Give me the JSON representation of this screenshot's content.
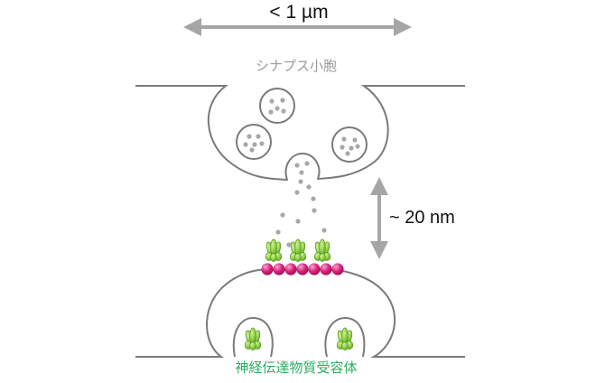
{
  "labels": {
    "cleft_width": "< 1 µm",
    "synaptic_vesicle": "シナプス小胞",
    "cleft_gap": "~ 20 nm",
    "neurotransmitter_receptor": "神経伝達物質受容体"
  },
  "colors": {
    "membrane": "#7a7a7a",
    "arrow": "#a6a6a6",
    "particle": "#a8a8a8",
    "vesicle_label": "#9a9a9a",
    "receptor_label": "#2dae62",
    "receptor_green": "#8ccb3f",
    "receptor_green_dark": "#4f9a22",
    "receptor_green_light": "#d3ef9a",
    "anchor_magenta": "#d8207a",
    "anchor_light": "#f7a6d0",
    "text": "#111111"
  },
  "icons": {
    "receptor": "receptor-protein-icon",
    "anchor": "anchor-bead-icon",
    "vesicle": "vesicle-icon"
  }
}
